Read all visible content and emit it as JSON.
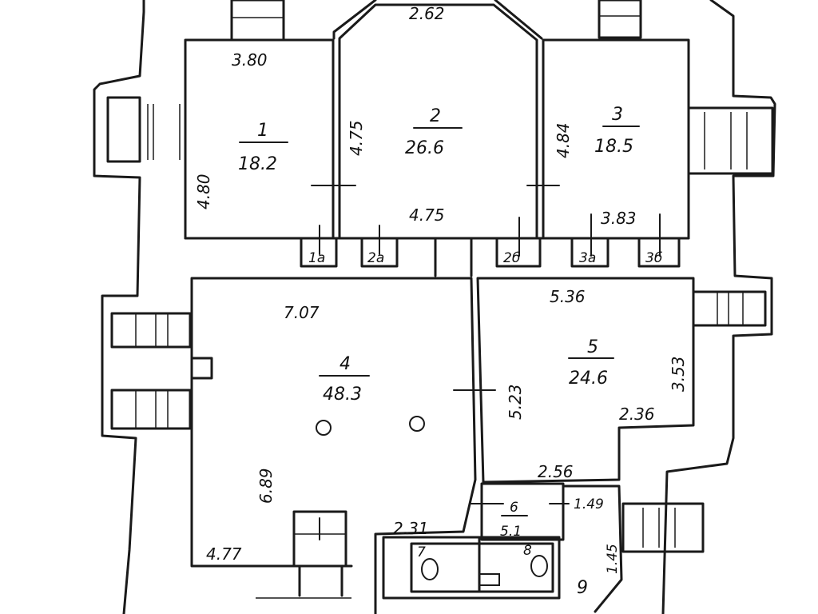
{
  "rooms": {
    "r1": {
      "number": "1",
      "area": "18.2"
    },
    "r2": {
      "number": "2",
      "area": "26.6"
    },
    "r3": {
      "number": "3",
      "area": "18.5"
    },
    "r4": {
      "number": "4",
      "area": "48.3"
    },
    "r5": {
      "number": "5",
      "area": "24.6"
    },
    "r6": {
      "number": "6",
      "area": "5.1"
    }
  },
  "closets": {
    "c1a": "1a",
    "c2a": "2a",
    "c2b": "2б",
    "c3a": "3a",
    "c3b": "3б"
  },
  "dimensions": {
    "d_380": "3.80",
    "d_262": "2.62",
    "d_480": "4.80",
    "d_475v": "4.75",
    "d_475h": "4.75",
    "d_484": "4.84",
    "d_383": "3.83",
    "d_707": "7.07",
    "d_536": "5.36",
    "d_523": "5.23",
    "d_353": "3.53",
    "d_236": "2.36",
    "d_256": "2.56",
    "d_689": "6.89",
    "d_231": "2.31",
    "d_149": "1.49",
    "d_145": "1.45",
    "d_477": "4.77"
  },
  "extra_labels": {
    "l_9": "9",
    "l_7": "7",
    "l_8": "8"
  }
}
